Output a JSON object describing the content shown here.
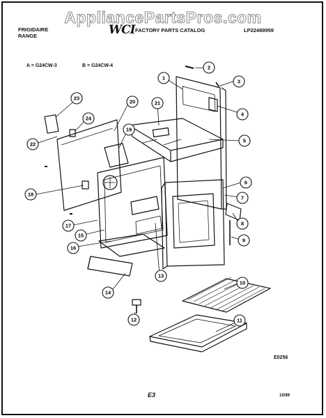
{
  "watermark": "AppliancePartsPros.com",
  "header": {
    "brand_line1": "FRIGIDAIRE",
    "brand_line2": "RANGE",
    "logo_text": "WCI",
    "catalog_title": "FACTORY PARTS CATALOG",
    "part_number": "LP22489959"
  },
  "variants": {
    "a": "A = G24CW-3",
    "b": "B = G24CW-4"
  },
  "callouts": [
    "1",
    "2",
    "3",
    "4",
    "5",
    "6",
    "7",
    "8",
    "9",
    "10",
    "11",
    "12",
    "13",
    "14",
    "15",
    "16",
    "17",
    "18",
    "19",
    "20",
    "21",
    "22",
    "23",
    "24"
  ],
  "footer": {
    "diagram_code": "E0256",
    "page": "E3",
    "date": "10/89"
  }
}
